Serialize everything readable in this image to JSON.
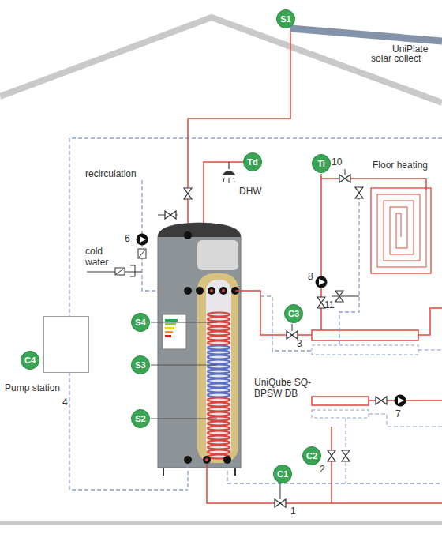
{
  "diagram": {
    "nodes": [
      {
        "text": [
          "S1"
        ]
      },
      {
        "text": [
          "Td"
        ]
      },
      {
        "text": [
          "Ti"
        ]
      },
      {
        "text": [
          "C3"
        ]
      },
      {
        "text": [
          "S4"
        ]
      },
      {
        "text": [
          "S3"
        ]
      },
      {
        "text": [
          "S2"
        ]
      },
      {
        "text": [
          "Pump station",
          "4"
        ]
      },
      {
        "text": [
          "C4"
        ],
        "in": 7
      },
      {
        "text": [
          "C2"
        ]
      },
      {
        "text": [
          "C1"
        ]
      }
    ],
    "labels": [
      "UniPlate",
      "solar collect",
      "recirculation",
      "6",
      "cold water",
      "DHW",
      "Floor heating",
      "10",
      "11",
      "8",
      "3",
      "UniQube SQ-BPSW DB",
      "7",
      "2",
      "1"
    ]
  }
}
